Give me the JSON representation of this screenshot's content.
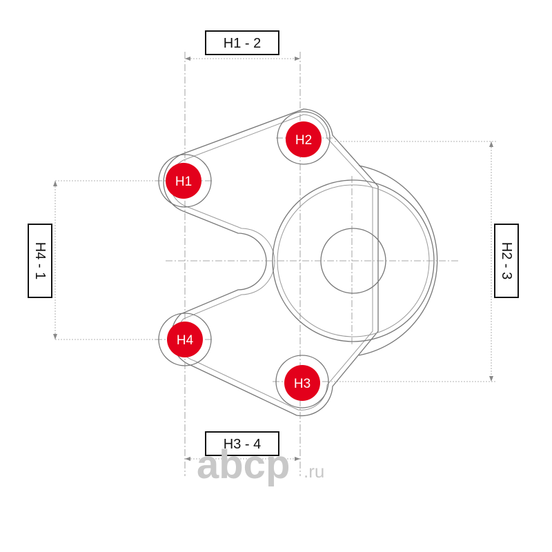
{
  "dimensions": {
    "h1_2": "H1 - 2",
    "h2_3": "H2 - 3",
    "h3_4": "H3 - 4",
    "h4_1": "H4 - 1"
  },
  "holes": {
    "h1": "H1",
    "h2": "H2",
    "h3": "H3",
    "h4": "H4"
  },
  "colors": {
    "hole_fill": "#e3001b",
    "outline": "#777777",
    "label_border": "#111111"
  },
  "watermark": {
    "brand": "abcp",
    "suffix": ".ru"
  }
}
